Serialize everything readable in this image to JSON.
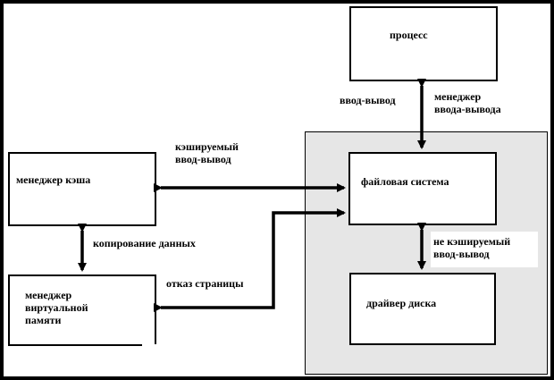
{
  "boxes": {
    "process": "процесс",
    "filesystem": "файловая система",
    "cache_manager": "менеджер кэша",
    "vm_manager_line1": "менеджер",
    "vm_manager_line2": "виртуальной",
    "vm_manager_line3": "памяти",
    "disk_driver": "драйвер диска"
  },
  "edges": {
    "io": "ввод-вывод",
    "io_manager_line1": "менеджер",
    "io_manager_line2": "ввода-вывода",
    "cached_io_line1": "кэшируемый",
    "cached_io_line2": "ввод-вывод",
    "copy_data": "копирование данных",
    "page_fault": "отказ страницы",
    "uncached_io_line1": "не кэшируемый",
    "uncached_io_line2": "ввод-вывод"
  }
}
